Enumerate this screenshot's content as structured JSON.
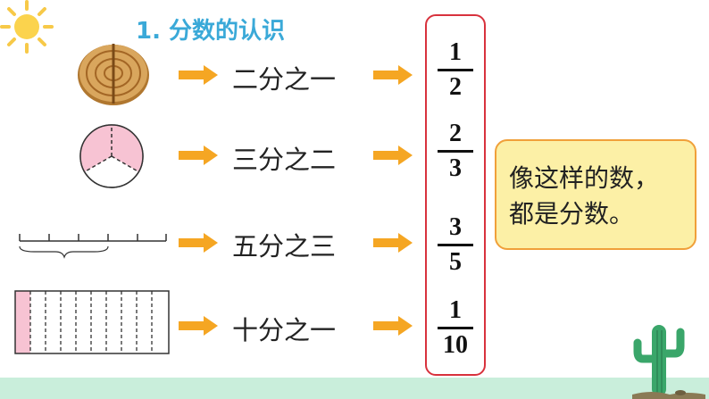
{
  "title": "1. 分数的认识",
  "rows": [
    {
      "label": "二分之一",
      "numerator": "1",
      "denominator": "2",
      "picture": "mooncake-icon"
    },
    {
      "label": "三分之二",
      "numerator": "2",
      "denominator": "3",
      "picture": "pie-circle-icon"
    },
    {
      "label": "五分之三",
      "numerator": "3",
      "denominator": "5",
      "picture": "ruler-segment-icon"
    },
    {
      "label": "十分之一",
      "numerator": "1",
      "denominator": "10",
      "picture": "ten-strip-rect-icon"
    }
  ],
  "note": {
    "line1": "像这样的数，",
    "line2": "都是分数。"
  },
  "colors": {
    "title": "#3aa9d8",
    "arrow": "#f5a623",
    "frame": "#d8323d",
    "note_bg": "#fcf0a6",
    "note_border": "#f0a03a",
    "pie_fill": "#f7c3d3",
    "ground": "#c9eedb",
    "cactus": "#3aa66a"
  }
}
